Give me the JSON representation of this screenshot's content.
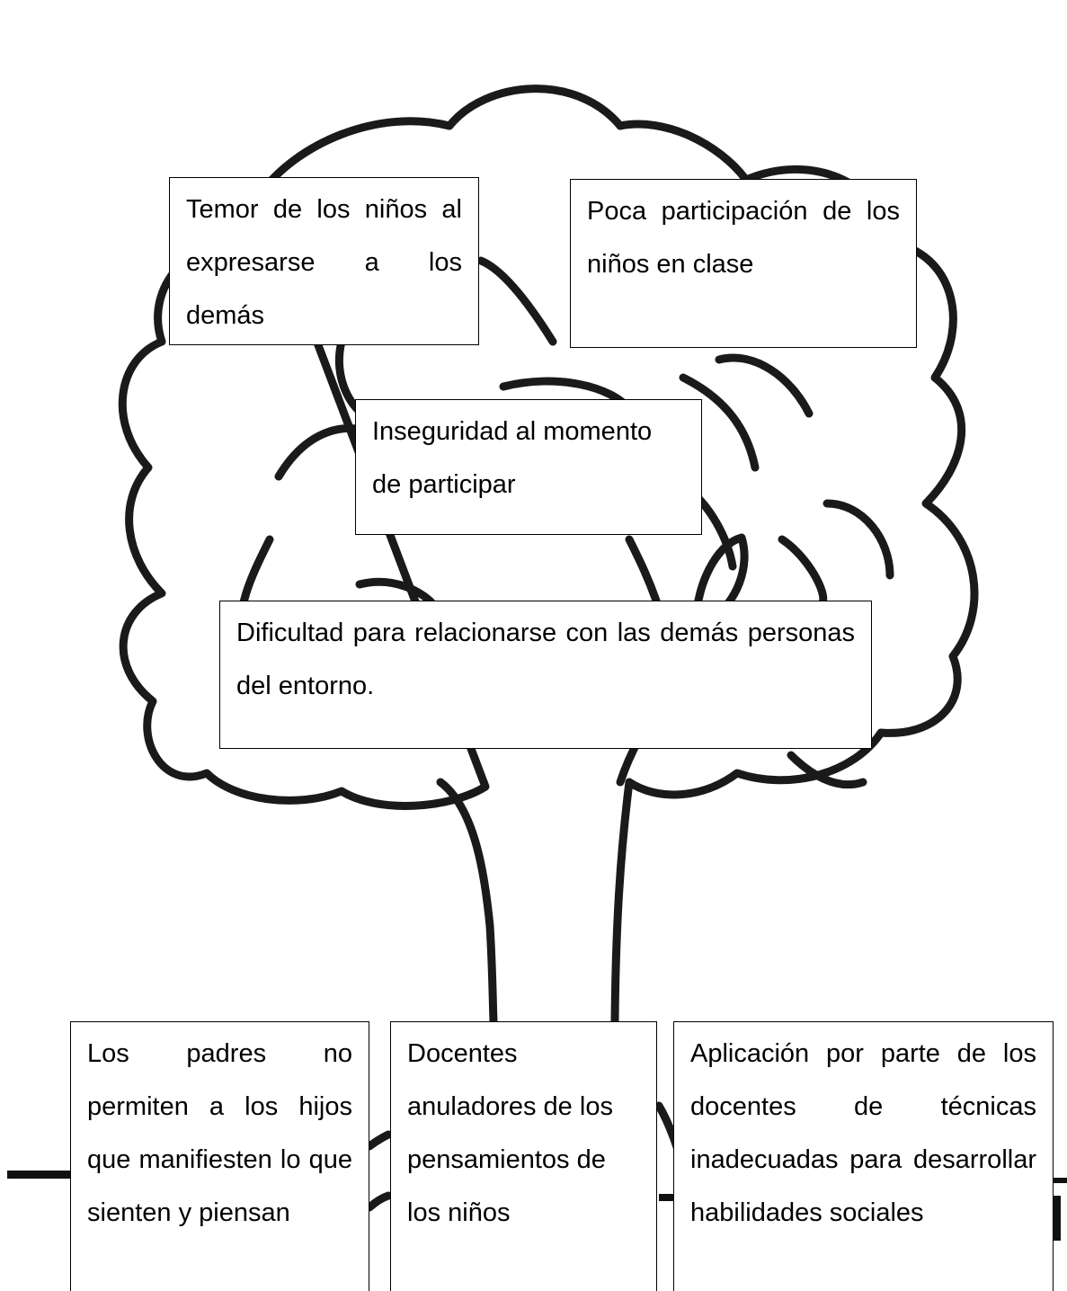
{
  "effects": [
    {
      "id": "temor",
      "text": "Temor de los niños al  expresarse a los demás"
    },
    {
      "id": "poca",
      "text": "Poca participación de los niños en clase"
    },
    {
      "id": "inseguridad",
      "text": "Inseguridad al momento de participar"
    },
    {
      "id": "dificultad",
      "text": "Dificultad para relacionarse con las demás personas del entorno."
    }
  ],
  "causes": [
    {
      "id": "padres",
      "text": "Los padres no permiten a los hijos que manifiesten lo que sienten y piensan"
    },
    {
      "id": "docentes",
      "text": "Docentes anuladores de los pensamientos de los niños"
    },
    {
      "id": "aplicacion",
      "text": "Aplicación por parte de los docentes de técnicas inadecuadas para desarrollar habilidades sociales"
    }
  ],
  "colors": {
    "line": "#1a1a1a",
    "box_border": "#000000",
    "background": "#ffffff"
  }
}
